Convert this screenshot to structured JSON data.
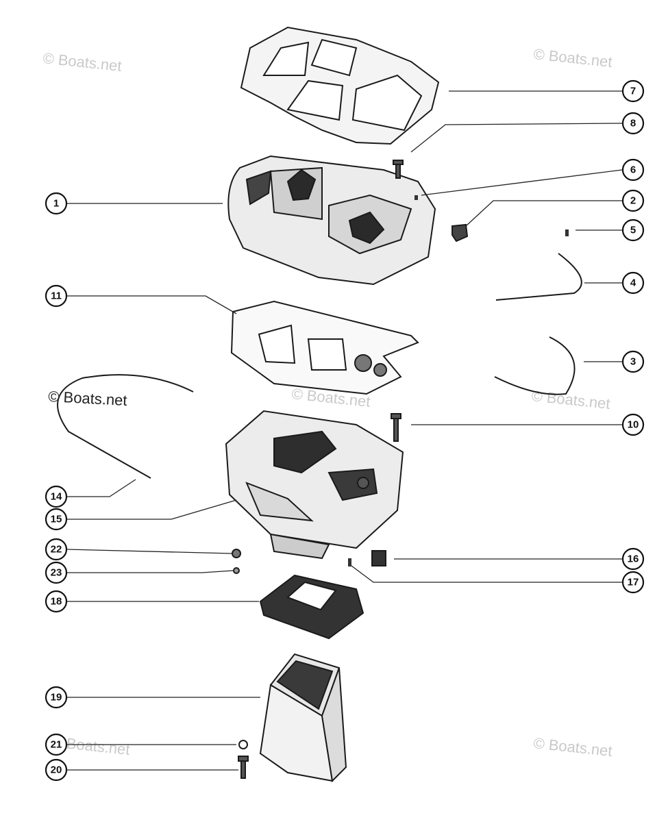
{
  "watermarks": [
    "© Boats.net",
    "© Boats.net",
    "© Boats.net",
    "© Boats.net",
    "© Boats.net",
    "© Boats.net",
    "© Boats.net",
    "© Boats.net"
  ],
  "callouts": [
    {
      "id": "7",
      "label": "7"
    },
    {
      "id": "8",
      "label": "8"
    },
    {
      "id": "6",
      "label": "6"
    },
    {
      "id": "1",
      "label": "1"
    },
    {
      "id": "2",
      "label": "2"
    },
    {
      "id": "5",
      "label": "5"
    },
    {
      "id": "4",
      "label": "4"
    },
    {
      "id": "11",
      "label": "11"
    },
    {
      "id": "3",
      "label": "3"
    },
    {
      "id": "10",
      "label": "10"
    },
    {
      "id": "14",
      "label": "14"
    },
    {
      "id": "15",
      "label": "15"
    },
    {
      "id": "22",
      "label": "22"
    },
    {
      "id": "23",
      "label": "23"
    },
    {
      "id": "16",
      "label": "16"
    },
    {
      "id": "17",
      "label": "17"
    },
    {
      "id": "18",
      "label": "18"
    },
    {
      "id": "19",
      "label": "19"
    },
    {
      "id": "21",
      "label": "21"
    },
    {
      "id": "20",
      "label": "20"
    }
  ]
}
